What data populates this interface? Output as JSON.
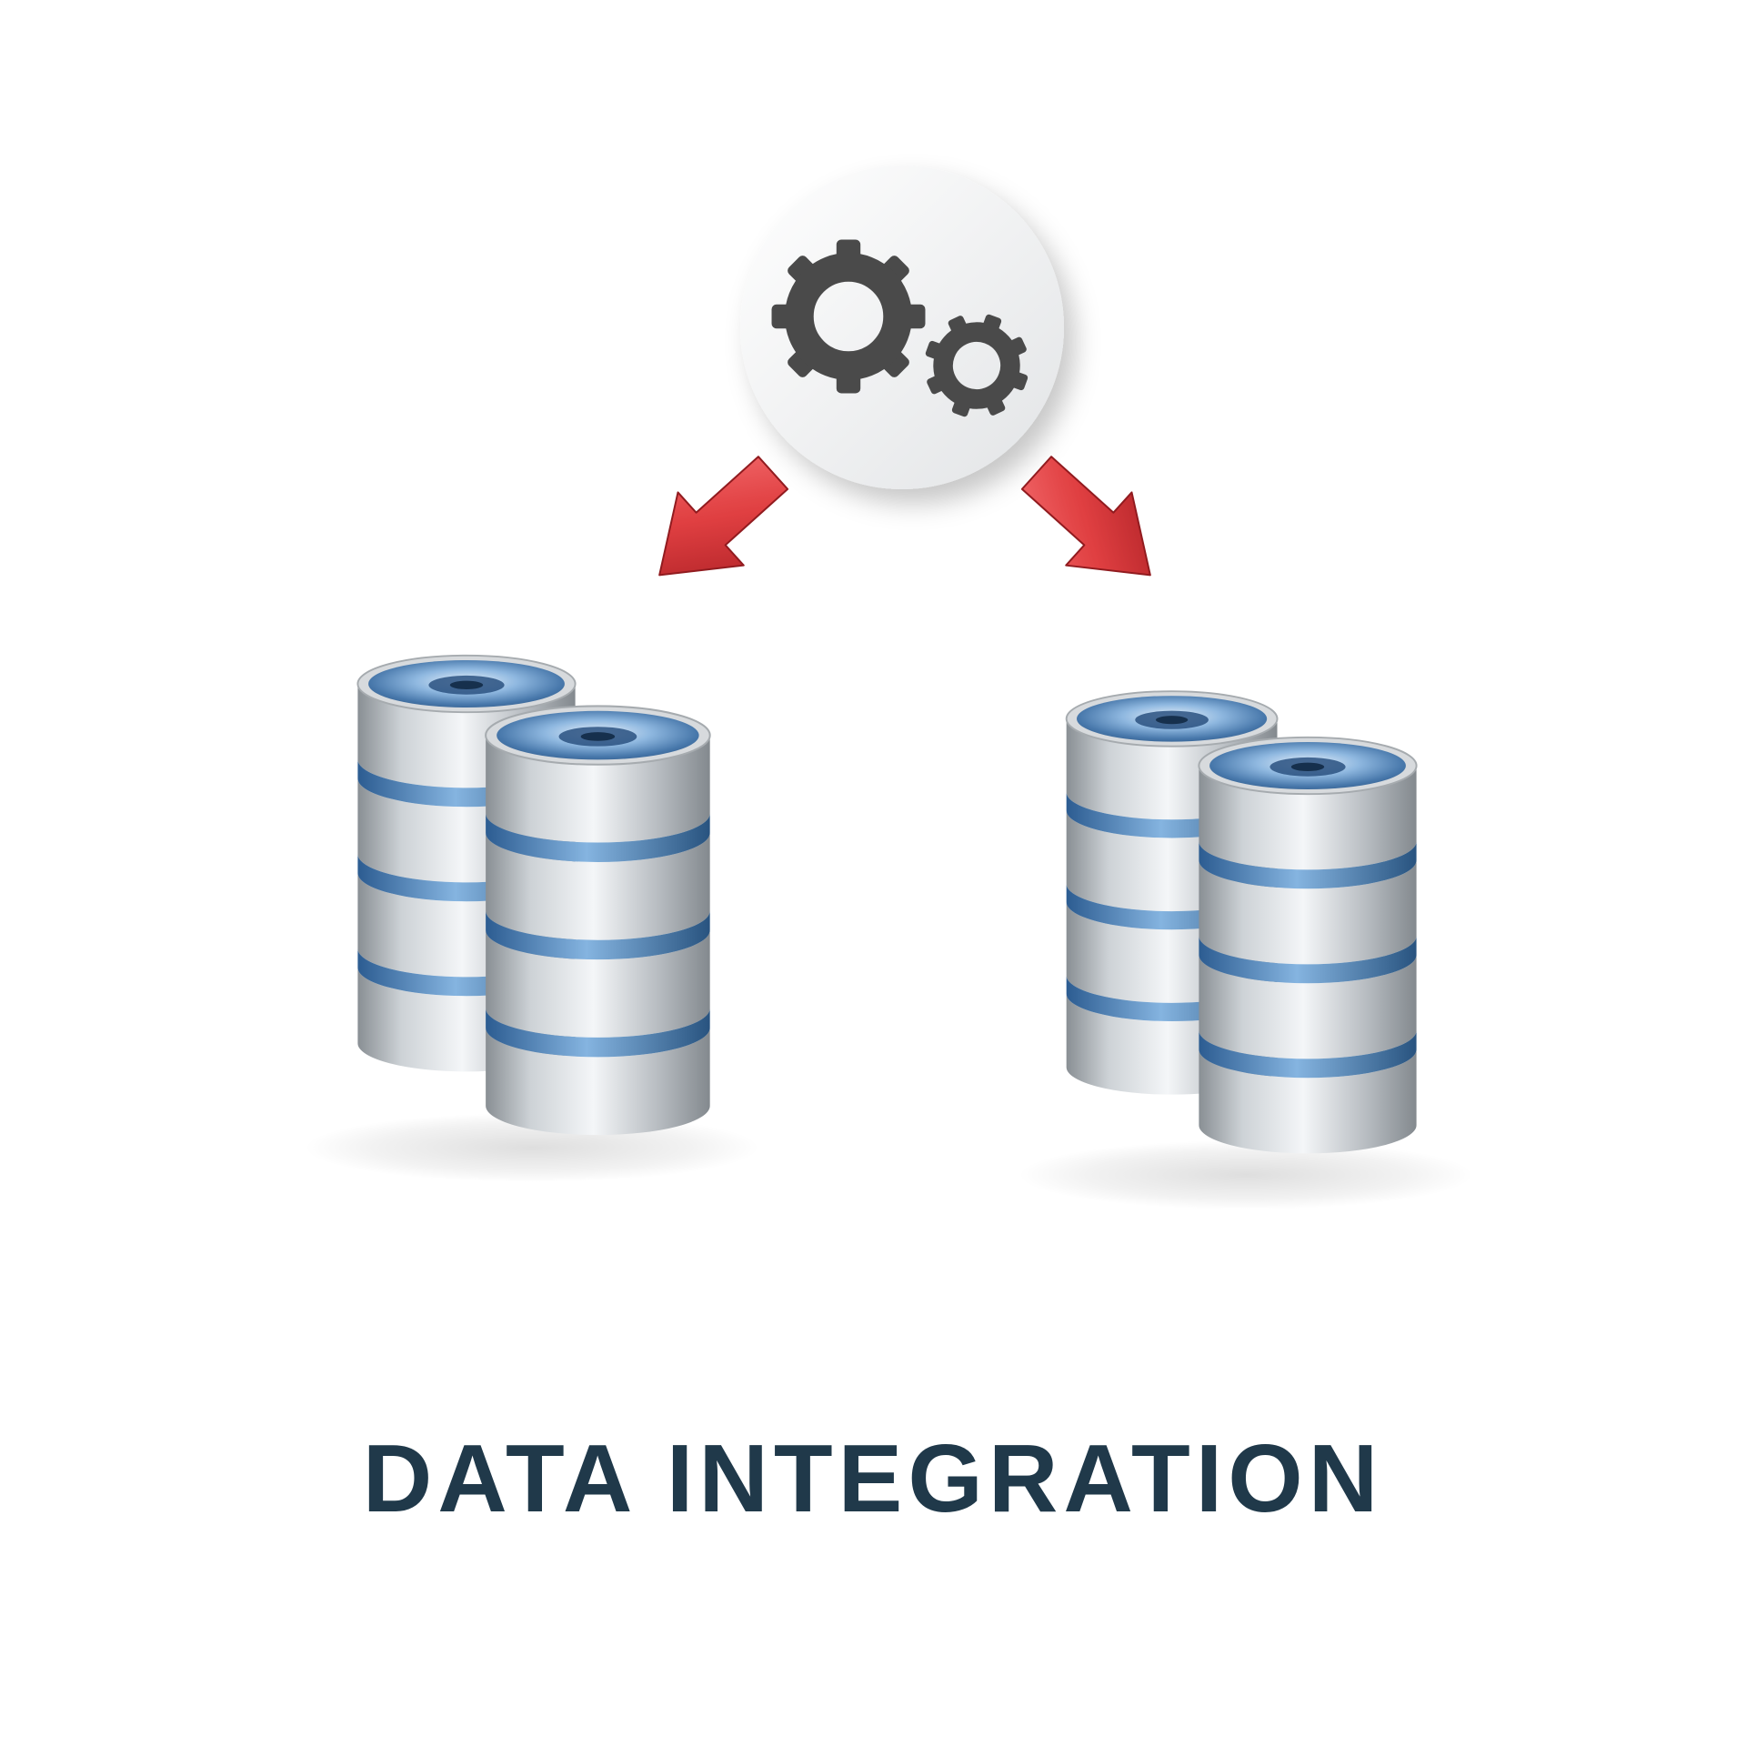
{
  "title": "DATA INTEGRATION",
  "colors": {
    "background": "#ffffff",
    "title_text": "#20394a",
    "arrow_red": "#d92b2f",
    "gear_gray": "#4a4a4a",
    "database_top_blue": "#4a7fb5",
    "database_band_blue": "#3a6ea5",
    "database_silver": "#c8cdd2",
    "badge_circle": "#f2f3f4"
  },
  "icons": {
    "badge": "gears-icon",
    "left_arrow": "arrow-down-left-icon",
    "right_arrow": "arrow-down-right-icon",
    "left_group": "database-stack-pair",
    "right_group": "database-stack-pair"
  }
}
